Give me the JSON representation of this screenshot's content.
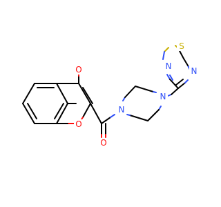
{
  "molecule": {
    "atoms": {
      "o_ketone": {
        "label": "O",
        "color": "#ff0d0d"
      },
      "o_ring": {
        "label": "O",
        "color": "#ff0d0d"
      },
      "o_amide": {
        "label": "O",
        "color": "#ff0d0d"
      },
      "n_amide": {
        "label": "N",
        "color": "#3050f8"
      },
      "n_pip": {
        "label": "N",
        "color": "#3050f8"
      },
      "n_thd1": {
        "label": "N",
        "color": "#3050f8"
      },
      "n_thd2": {
        "label": "N",
        "color": "#3050f8"
      },
      "s_thd": {
        "label": "S",
        "color": "#c8b000"
      }
    }
  }
}
